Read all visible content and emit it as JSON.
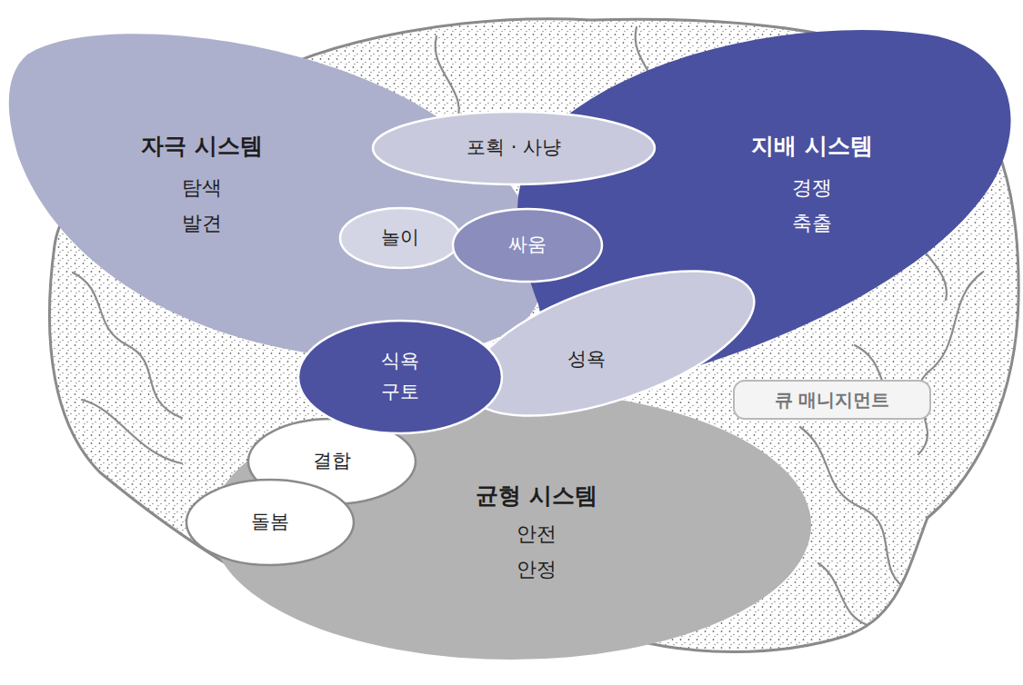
{
  "diagram": {
    "nodes": [
      {
        "text": [
          "자극 시스템",
          "탐색 발견"
        ]
      },
      {
        "text": [
          "포획 · 사냥"
        ]
      },
      {
        "text": [
          "지배 시스템",
          "경쟁 축출"
        ]
      },
      {
        "text": [
          "놀이"
        ]
      },
      {
        "text": [
          "싸움"
        ]
      },
      {
        "text": [
          "식욕 구토"
        ]
      },
      {
        "text": [
          "성욕"
        ]
      },
      {
        "text": [
          "큐 매니지먼트"
        ]
      },
      {
        "text": [
          "결합"
        ]
      },
      {
        "text": [
          "균형 시스템",
          "안전 안정"
        ]
      },
      {
        "text": [
          "돌봄"
        ]
      }
    ]
  }
}
